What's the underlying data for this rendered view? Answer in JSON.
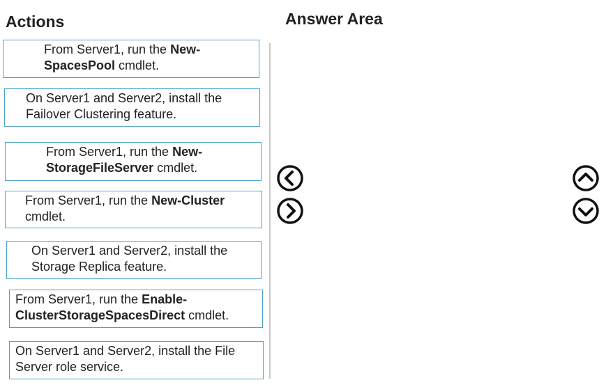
{
  "actions": {
    "title": "Actions",
    "items": [
      {
        "pre": "From Server1, run the ",
        "bold": "New-SpacesPool",
        "post": " cmdlet."
      },
      {
        "pre": "On Server1 and Server2, install the Failover Clustering feature.",
        "bold": "",
        "post": ""
      },
      {
        "pre": "From Server1, run the ",
        "bold": "New-StorageFileServer",
        "post": " cmdlet."
      },
      {
        "pre": "From Server1, run the ",
        "bold": "New-Cluster",
        "post": " cmdlet."
      },
      {
        "pre": "On Server1 and Server2, install the Storage Replica feature.",
        "bold": "",
        "post": ""
      },
      {
        "pre": "From Server1, run the ",
        "bold": "Enable-ClusterStorageSpacesDirect",
        "post": " cmdlet."
      },
      {
        "pre": "On Server1 and Server2, install the File Server role service.",
        "bold": "",
        "post": ""
      }
    ]
  },
  "answer_area": {
    "title": "Answer Area"
  },
  "controls": {
    "left_icon": "chevron-left-circle-icon",
    "right_icon": "chevron-right-circle-icon",
    "up_icon": "chevron-up-circle-icon",
    "down_icon": "chevron-down-circle-icon"
  }
}
